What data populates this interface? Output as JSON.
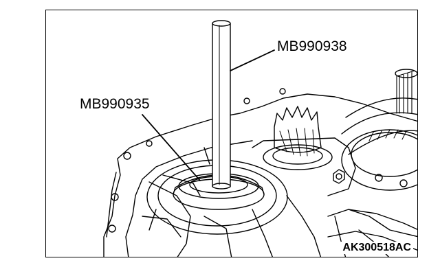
{
  "callouts": {
    "tool_rod": "MB990938",
    "tool_installer": "MB990935"
  },
  "figure_id": "AK300518AC",
  "colors": {
    "line": "#000000",
    "background": "#ffffff"
  }
}
